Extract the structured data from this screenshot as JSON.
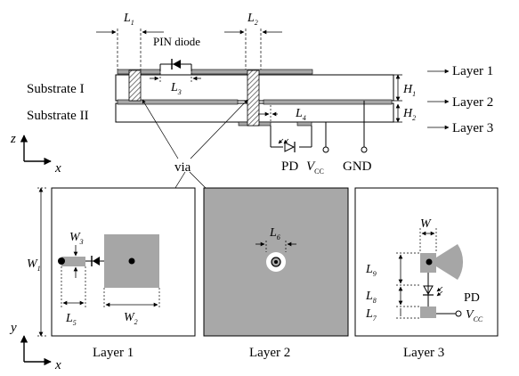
{
  "cross_section": {
    "substrate_1": "Substrate I",
    "substrate_2": "Substrate II",
    "pin_diode": "PIN diode",
    "via": "via",
    "pd": "PD",
    "vcc": {
      "main": "V",
      "sub": "CC"
    },
    "gnd": "GND",
    "layers": [
      "Layer 1",
      "Layer 2",
      "Layer 3"
    ],
    "dims": {
      "L1": {
        "main": "L",
        "sub": "1"
      },
      "L2": {
        "main": "L",
        "sub": "2"
      },
      "L3": {
        "main": "L",
        "sub": "3"
      },
      "L4": {
        "main": "L",
        "sub": "4"
      },
      "H1": {
        "main": "H",
        "sub": "1"
      },
      "H2": {
        "main": "H",
        "sub": "2"
      }
    }
  },
  "axes": {
    "top": {
      "vertical": "z",
      "horizontal": "x"
    },
    "bottom": {
      "vertical": "y",
      "horizontal": "x"
    }
  },
  "panels": [
    {
      "caption": "Layer 1",
      "dims": {
        "W1": {
          "main": "W",
          "sub": "1"
        },
        "W2": {
          "main": "W",
          "sub": "2"
        },
        "W3": {
          "main": "W",
          "sub": "3"
        },
        "L5": {
          "main": "L",
          "sub": "5"
        }
      }
    },
    {
      "caption": "Layer 2",
      "dims": {
        "L6": {
          "main": "L",
          "sub": "6"
        }
      }
    },
    {
      "caption": "Layer 3",
      "pd": "PD",
      "vcc": {
        "main": "V",
        "sub": "CC"
      },
      "dims": {
        "W": {
          "main": "W"
        },
        "L9": {
          "main": "L",
          "sub": "9"
        },
        "L8": {
          "main": "L",
          "sub": "8"
        },
        "L7": {
          "main": "L",
          "sub": "7"
        }
      }
    }
  ],
  "colors": {
    "metal": "#a6a6a6",
    "ground_plane": "#a8a8a8",
    "line": "#000000",
    "background": "#ffffff"
  }
}
